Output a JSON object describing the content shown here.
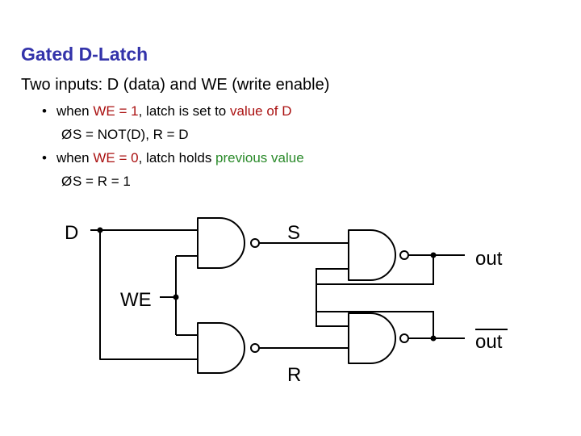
{
  "title": "Gated D-Latch",
  "intro": "Two inputs: D (data) and WE (write enable)",
  "bullet_glyph": "•",
  "arrow_glyph": "Ø",
  "bullets": [
    {
      "prefix": "when ",
      "highlight": "WE = 1",
      "middle": ", latch is set to ",
      "highlight2": "value of D",
      "sub": "S = NOT(D), R = D"
    },
    {
      "prefix": "when ",
      "highlight": "WE = 0",
      "middle": ", latch holds ",
      "highlight2": "previous value",
      "sub": "S = R = 1"
    }
  ],
  "circuit": {
    "labels": {
      "d": "D",
      "we": "WE",
      "s": "S",
      "r": "R",
      "out": "out",
      "out_bar": "out"
    }
  },
  "colors": {
    "title": "#3333aa",
    "highlight_red": "#aa1111",
    "highlight_green": "#2a8a2a"
  }
}
